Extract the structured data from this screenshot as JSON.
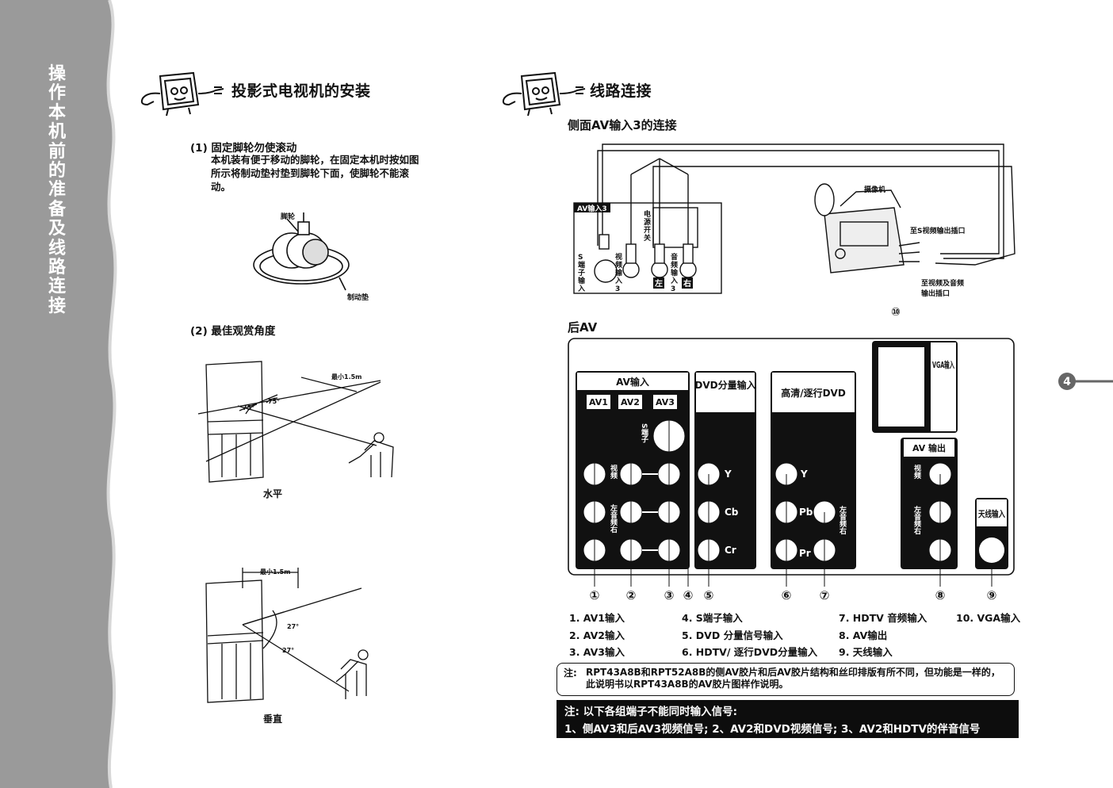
{
  "sidebar": {
    "title_chars": [
      "操",
      "作",
      "本",
      "机",
      "前",
      "的",
      "准",
      "备",
      "及",
      "线",
      "路",
      "连",
      "接"
    ]
  },
  "page_number": "4",
  "left": {
    "heading": "投影式电视机的安装",
    "item1": {
      "title": "(1) 固定脚轮勿使滚动",
      "body": "本机装有便于移动的脚轮，在固定本机时按如图所示将制动垫衬垫到脚轮下面，使脚轮不能滚动。",
      "label_caster": "脚轮",
      "label_pad": "制动垫"
    },
    "item2": {
      "title": "(2) 最佳观赏角度",
      "label_min": "最小1.5m",
      "angle_h1": "75°",
      "angle_h2": "75°",
      "caption_h": "水平",
      "label_min2": "最小1.5m",
      "angle_v1": "27°",
      "angle_v2": "27°",
      "caption_v": "垂直"
    }
  },
  "right": {
    "heading": "线路连接",
    "side_title": "侧面AV输入3的连接",
    "side_panel_label": "AV输入3",
    "side_labels": {
      "s_in": "S端子输入",
      "video_in": "视频输入3",
      "power": "电源开关",
      "audio_in": "音频输入3",
      "left": "左",
      "right": "右"
    },
    "camcorder": "摄像机",
    "to_s_out": "至S视频输出插口",
    "to_av_out_1": "至视频及音频",
    "to_av_out_2": "输出插口",
    "rear_title": "后AV",
    "rear": {
      "av_in": "AV输入",
      "av1": "AV1",
      "av2": "AV2",
      "av3": "AV3",
      "s_terminal": "S端子",
      "video": "视频",
      "audio_lr": "左音频右",
      "dvd_title": "DVD分量输入",
      "y": "Y",
      "cb": "Cb",
      "cr": "Cr",
      "hd_title": "高清/逐行DVD",
      "pb": "Pb",
      "pr": "Pr",
      "vga": "VGA输入",
      "av_out": "AV 输出",
      "antenna": "天线输入",
      "callout_10": "⑩",
      "callouts": [
        "①",
        "②",
        "③",
        "④",
        "⑤",
        "⑥",
        "⑦",
        "⑧",
        "⑨"
      ]
    },
    "legend": [
      "1. AV1输入",
      "2. AV2输入",
      "3. AV3输入",
      "4. S端子输入",
      "5. DVD 分量信号输入",
      "6. HDTV/ 逐行DVD分量输入",
      "7. HDTV 音频输入",
      "8. AV输出",
      "9. 天线输入",
      "10. VGA输入"
    ],
    "note1_label": "注:",
    "note1_text": "RPT43A8B和RPT52A8B的侧AV胶片和后AV胶片结构和丝印排版有所不同，但功能是一样的，此说明书以RPT43A8B的AV胶片图样作说明。",
    "note2_line1": "注: 以下各组端子不能同时输入信号:",
    "note2_line2": "1、侧AV3和后AV3视频信号; 2、AV2和DVD视频信号; 3、AV2和HDTV的伴音信号"
  }
}
